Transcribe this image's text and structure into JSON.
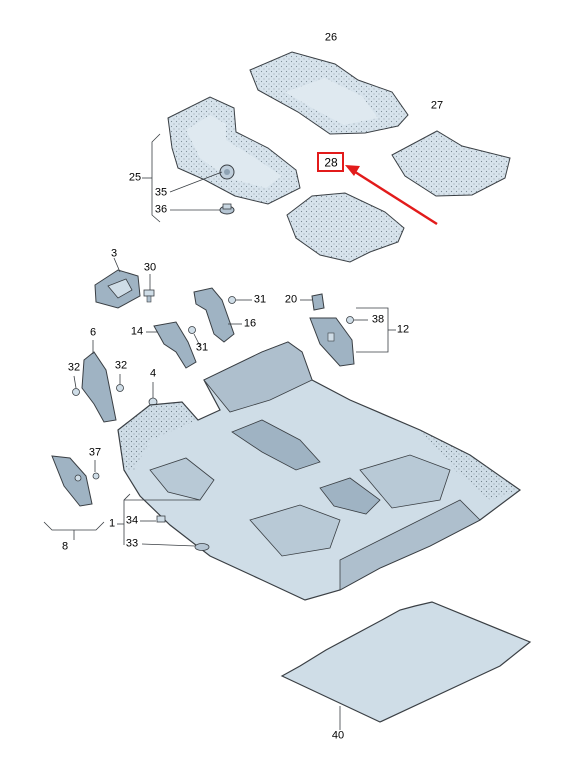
{
  "callouts": {
    "p1": "1",
    "p3": "3",
    "p4": "4",
    "p6": "6",
    "p8": "8",
    "p12": "12",
    "p14": "14",
    "p16": "16",
    "p20": "20",
    "p25": "25",
    "p26": "26",
    "p27": "27",
    "p28": "28",
    "p30": "30",
    "p31a": "31",
    "p31b": "31",
    "p32a": "32",
    "p32b": "32",
    "p33": "33",
    "p34": "34",
    "p35": "35",
    "p36": "36",
    "p37": "37",
    "p38": "38",
    "p40": "40"
  },
  "highlight": {
    "label": "28",
    "color": "#e21b1b"
  },
  "colors": {
    "part_fill": "#cfdde7",
    "part_dark": "#9fb3c3",
    "outline": "#3a3f44"
  }
}
